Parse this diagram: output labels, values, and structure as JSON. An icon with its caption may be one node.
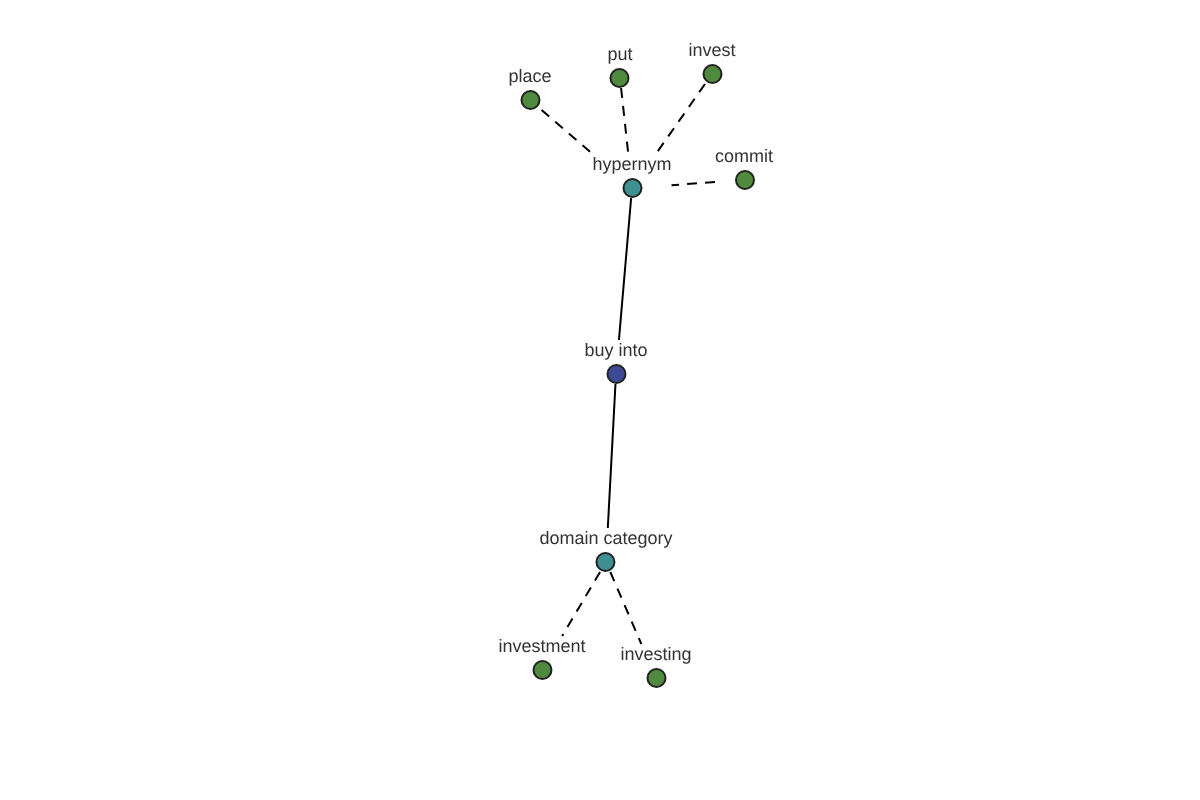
{
  "diagram": {
    "nodes": [
      {
        "text": [
          "place"
        ]
      },
      {
        "text": [
          "put"
        ]
      },
      {
        "text": [
          "invest"
        ]
      },
      {
        "text": [
          "hypernym"
        ]
      },
      {
        "text": [
          "commit"
        ]
      },
      {
        "text": [
          "buy into"
        ]
      },
      {
        "text": [
          "domain category"
        ]
      },
      {
        "text": [
          "investment"
        ]
      },
      {
        "text": [
          "investing"
        ]
      }
    ],
    "edges": [
      {
        "from": 0,
        "to": 3,
        "arrow": "none",
        "style": "dashed"
      },
      {
        "from": 1,
        "to": 3,
        "arrow": "none",
        "style": "dashed"
      },
      {
        "from": 2,
        "to": 3,
        "arrow": "none",
        "style": "dashed"
      },
      {
        "from": 4,
        "to": 3,
        "arrow": "none",
        "style": "dashed"
      },
      {
        "from": 3,
        "to": 5,
        "arrow": "none"
      },
      {
        "from": 5,
        "to": 6,
        "arrow": "none"
      },
      {
        "from": 6,
        "to": 7,
        "arrow": "none",
        "style": "dashed"
      },
      {
        "from": 6,
        "to": 8,
        "arrow": "none",
        "style": "dashed"
      }
    ]
  }
}
